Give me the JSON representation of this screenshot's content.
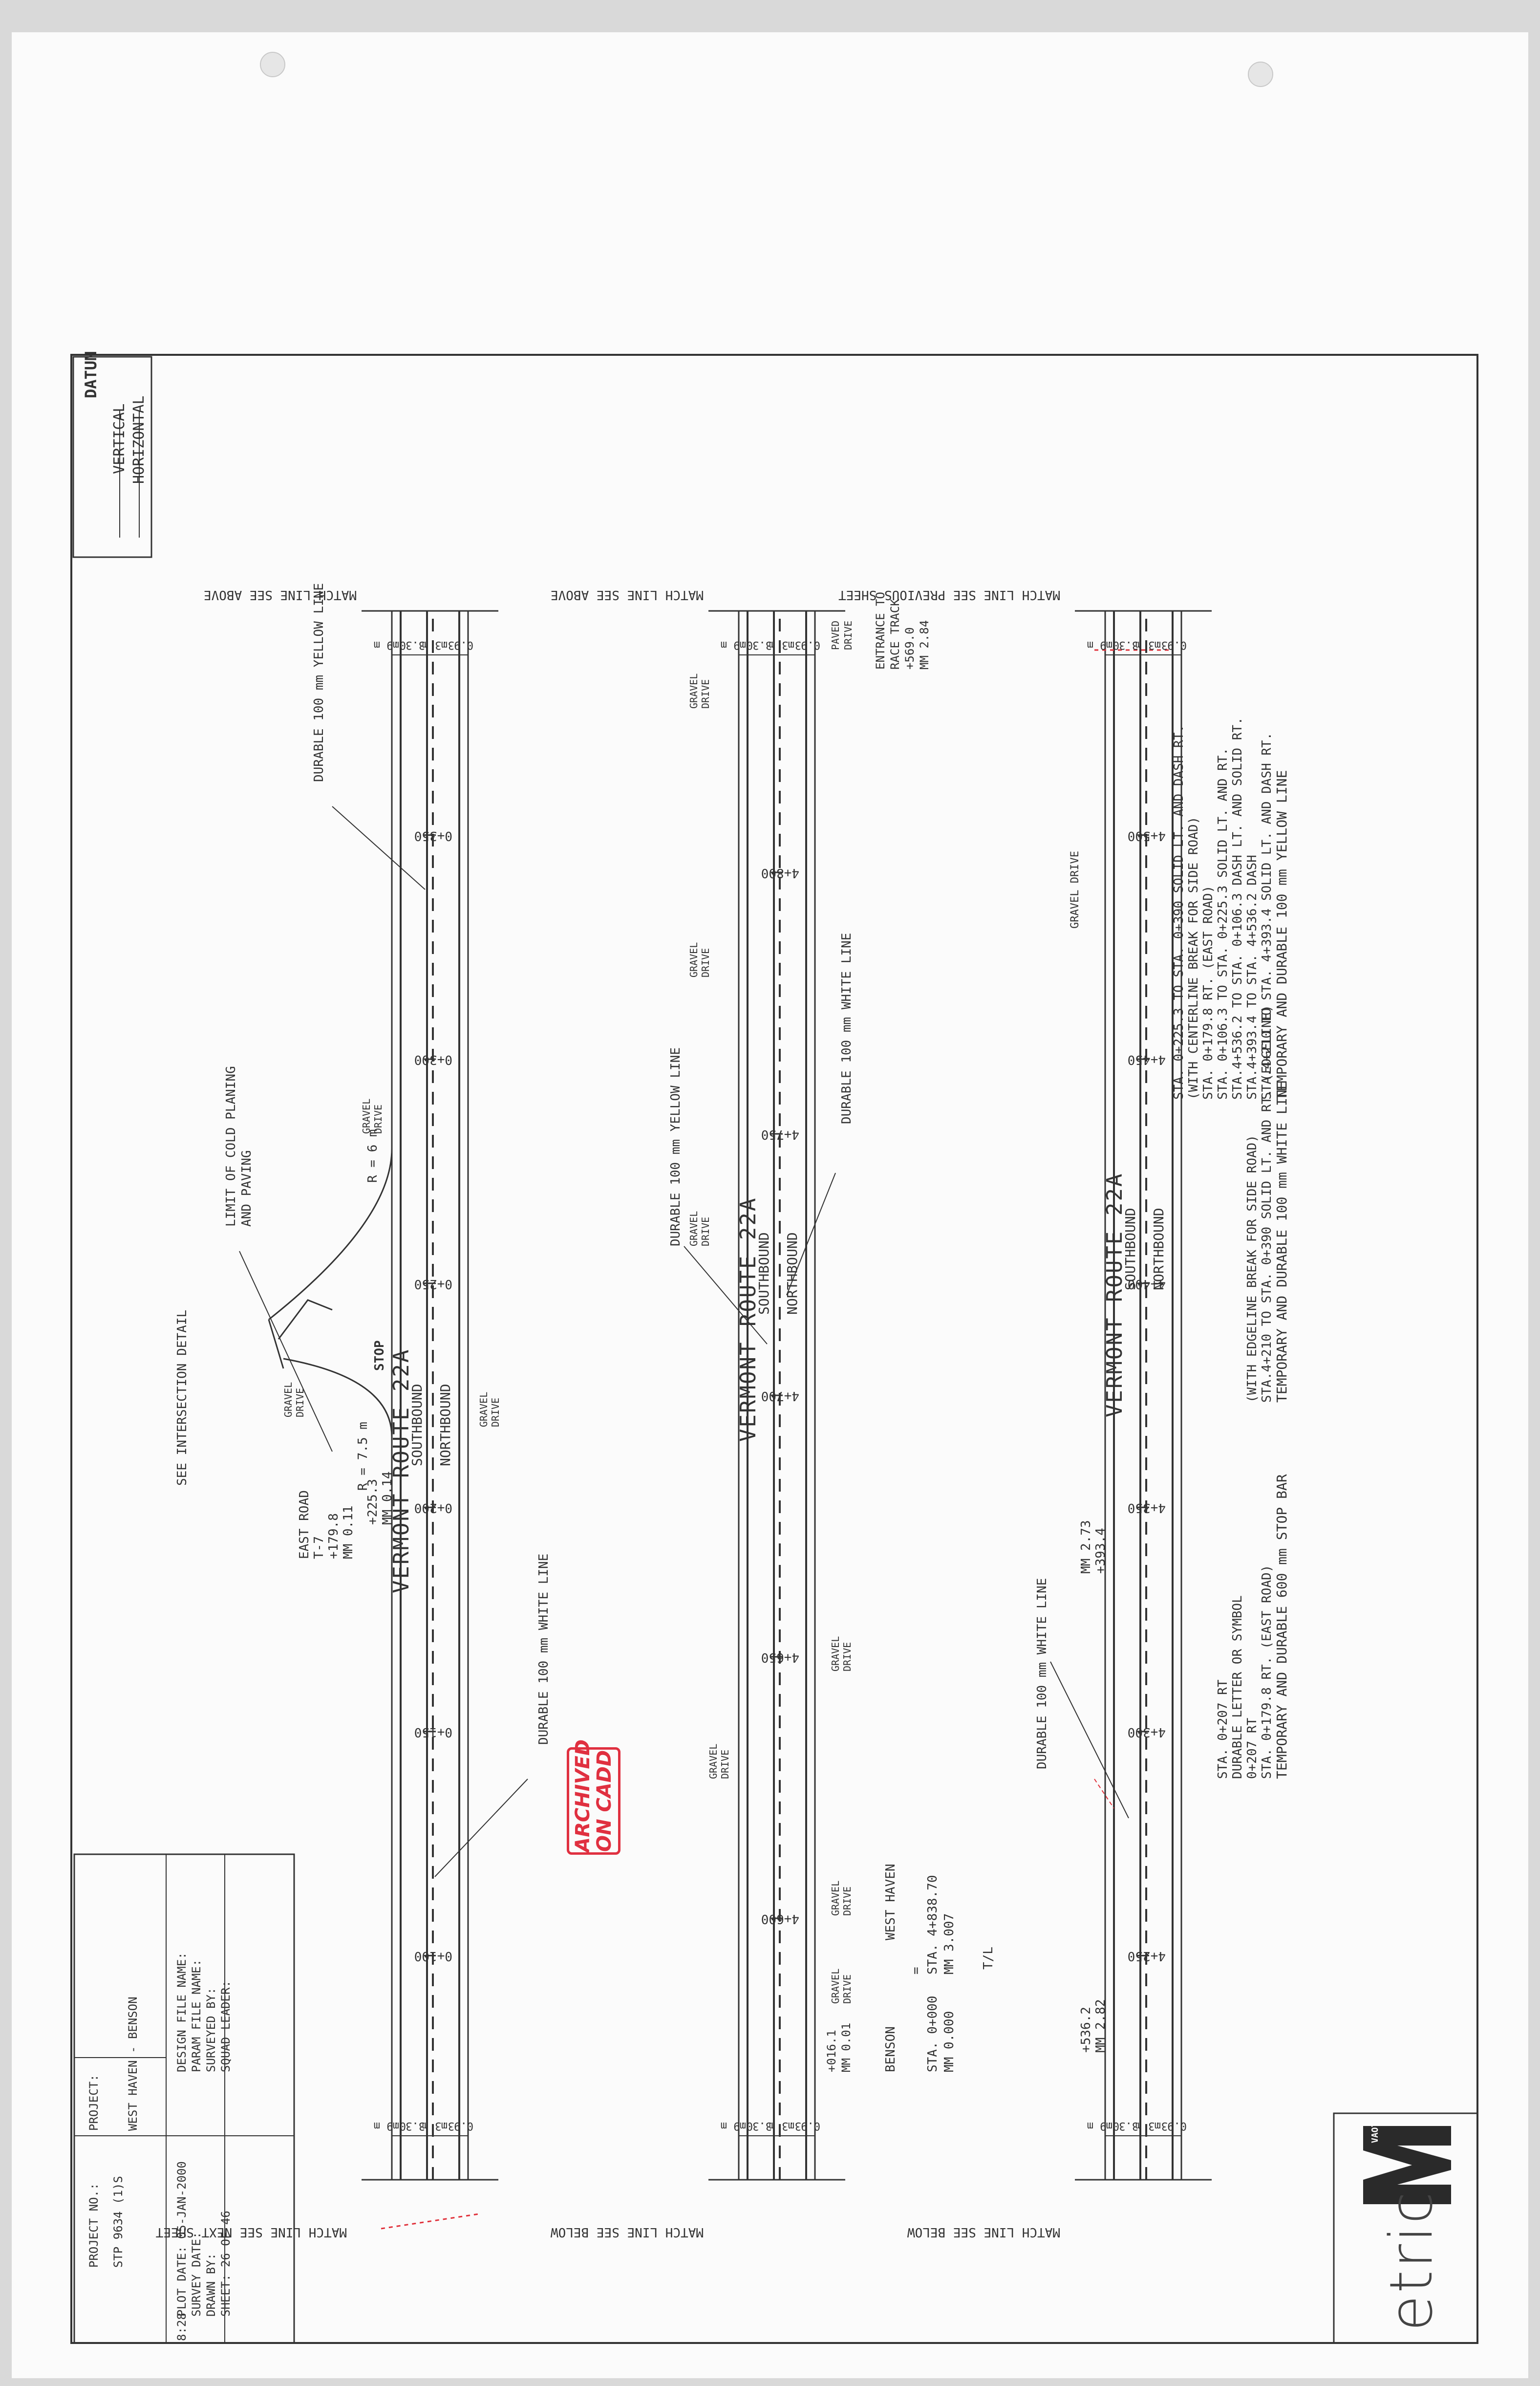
{
  "colors": {
    "ink": "#333333",
    "red": "#e0303a",
    "paper": "#fbfbfb"
  },
  "datum": {
    "title": "DATUM",
    "vertical": "VERTICAL",
    "horizontal": "HORIZONTAL"
  },
  "match_lines": {
    "top_left": "MATCH LINE SEE PREVIOUS SHEET",
    "top_mid": "MATCH LINE SEE ABOVE",
    "top_right": "MATCH LINE SEE ABOVE",
    "bottom_left": "MATCH LINE SEE BELOW",
    "bottom_mid": "MATCH LINE SEE BELOW",
    "bottom_right": "MATCH LINE SEE NEXT SHEET"
  },
  "notes": {
    "yellow_title": "TEMPORARY AND DURABLE 100 mm YELLOW LINE",
    "yellow_lines": [
      "STA.4+210  TO STA. 4+393.4  SOLID LT. AND DASH RT.",
      "STA.4+393.4 TO STA. 4+536.2  DASH",
      "STA.4+536.2 TO STA. 0+106.3  DASH LT. AND SOLID RT.",
      "STA. 0+106.3 TO STA. 0+225.3  SOLID LT. AND RT.",
      "STA. 0+179.8 RT. (EAST ROAD)",
      "(WITH CENTERLINE BREAK FOR SIDE ROAD)",
      "STA. 0+225.3 TO STA. 0+390 SOLID LT. AND DASH RT."
    ],
    "white_title": "TEMPORARY AND DURABLE 100 mm WHITE LINE",
    "white_lines": [
      "STA.4+210 TO STA. 0+390  SOLID LT. AND RT. (EDGELINE)",
      "(WITH EDGELINE BREAK FOR SIDE ROAD)"
    ],
    "stop_title": "TEMPORARY AND DURABLE 600 mm STOP BAR",
    "stop_lines": [
      "STA. 0+179.8 RT. (EAST ROAD)"
    ],
    "stop_red": [
      "0+207 RT",
      "DURABLE LETTER OR SYMBOL",
      "STA. 0+207 RT"
    ]
  },
  "road": {
    "name": "VERMONT ROUTE 22A",
    "southbound": "SOUTHBOUND",
    "northbound": "NORTHBOUND",
    "widths": [
      "0.9 m",
      "3.3 m",
      "3.3 m",
      "0.9 m"
    ]
  },
  "strip1": {
    "stations": [
      "4+250",
      "4+300",
      "4+350",
      "4+400",
      "4+450",
      "4+500"
    ],
    "labels": {
      "gravel": "GRAVEL DRIVE",
      "mm273": "MM 2.73",
      "sta3934": "+393.4",
      "durable_white": "DURABLE 100 mm WHITE LINE",
      "sta5362": "+536.2",
      "mm282": "MM 2.82"
    }
  },
  "strip2": {
    "stations": [
      "4+600",
      "4+650",
      "4+700",
      "4+750",
      "4+800"
    ],
    "labels": {
      "entrance": [
        "ENTRANCE TO",
        "RACE TRACK",
        "+569.0",
        "MM 2.84"
      ],
      "paved": [
        "PAVED",
        "DRIVE"
      ],
      "gravel": [
        "GRAVEL",
        "DRIVE"
      ],
      "durable_white": "DURABLE 100 mm WHITE LINE",
      "durable_yellow": "DURABLE 100 mm YELLOW LINE",
      "tl": "T/L",
      "town_sta": [
        "MM 3.007",
        "STA. 4+838.70",
        "="
      ],
      "town_eq": [
        "MM 0.000",
        "STA. 0+000"
      ],
      "west_haven": "WEST HAVEN",
      "benson": "BENSON",
      "mm001": [
        "MM 0.01",
        "+016.1"
      ]
    }
  },
  "strip3": {
    "stations": [
      "0+100",
      "0+150",
      "0+200",
      "0+250",
      "0+300",
      "0+350"
    ],
    "labels": {
      "durable_yellow": "DURABLE 100 mm YELLOW LINE",
      "gravel": [
        "GRAVEL",
        "DRIVE"
      ],
      "r6": "R = 6 m",
      "r75": "R = 7.5 m",
      "cold_planing": [
        "LIMIT OF COLD PLANING",
        "AND PAVING"
      ],
      "stop": "STOP",
      "east_road": [
        "EAST ROAD",
        "T-7",
        "+179.8",
        "MM 0.11"
      ],
      "sta2253": [
        "+225.3",
        "MM 0.14"
      ],
      "see_detail": "SEE INTERSECTION DETAIL",
      "durable_white": "DURABLE 100 mm WHITE LINE"
    }
  },
  "stamp": {
    "line1": "ARCHIVED",
    "line2": "ON CADD"
  },
  "title_block": {
    "project_label": "PROJECT:",
    "project_value": "WEST HAVEN - BENSON",
    "project_no_label": "PROJECT NO.:",
    "project_no_value": "STP 9634 (1)S",
    "design_file": "DESIGN FILE NAME:",
    "param_file": "PARAM FILE NAME:",
    "surveyed_by": "SURVEYED BY:",
    "squad_leader": "SQUAD LEADER:",
    "plot_date": "PLOT DATE: 05-JAN-2000",
    "plot_time": "8:28",
    "survey_date": "SURVEY DATE:",
    "drawn_by": "DRAWN BY:",
    "sheet_no": "SHEET: 26 OF 46"
  },
  "logo": {
    "badge": "VAOT",
    "text": "etric"
  }
}
